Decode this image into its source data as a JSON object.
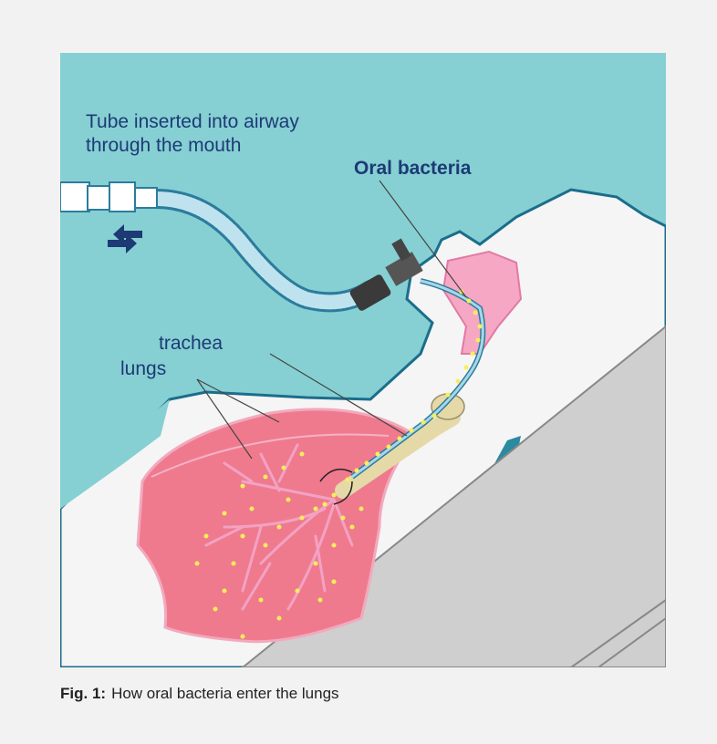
{
  "figure": {
    "label_tube_line1": "Tube inserted into airway",
    "label_tube_line2": "through the mouth",
    "label_oral_bacteria": "Oral bacteria",
    "label_trachea": "trachea",
    "label_lungs": "lungs",
    "colors": {
      "background": "#86d0d3",
      "body": "#f5f5f5",
      "lung": "#ef7a8e",
      "mouth": "#f6a7c4",
      "bacteria": "#f7ef5a",
      "label": "#1d3a75",
      "bed": "#cfcfcf"
    }
  },
  "caption": {
    "fig_label": "Fig. 1:",
    "text": "How oral bacteria enter the lungs"
  }
}
